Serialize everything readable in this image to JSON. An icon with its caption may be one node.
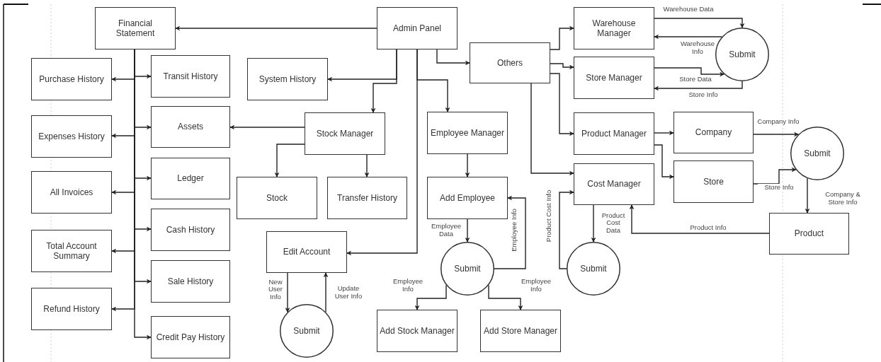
{
  "diagram": {
    "nodes": [
      {
        "text": [
          "Admin Panel"
        ]
      },
      {
        "text": [
          "Financial Statement"
        ]
      },
      {
        "text": [
          "Purchase History"
        ]
      },
      {
        "text": [
          "Transit History"
        ]
      },
      {
        "text": [
          "System History"
        ]
      },
      {
        "text": [
          "Others"
        ]
      },
      {
        "text": [
          "Warehouse Manager"
        ]
      },
      {
        "text": [
          "Store Manager"
        ]
      },
      {
        "text": [
          "Expenses History"
        ]
      },
      {
        "text": [
          "Assets"
        ]
      },
      {
        "text": [
          "Stock Manager"
        ]
      },
      {
        "text": [
          "Employee Manager"
        ]
      },
      {
        "text": [
          "Product Manager"
        ]
      },
      {
        "text": [
          "Company"
        ]
      },
      {
        "text": [
          "Submit"
        ]
      },
      {
        "text": [
          "Submit"
        ]
      },
      {
        "text": [
          "Ledger"
        ]
      },
      {
        "text": [
          "Stock"
        ]
      },
      {
        "text": [
          "Transfer History"
        ]
      },
      {
        "text": [
          "Add Employee"
        ]
      },
      {
        "text": [
          "Store"
        ]
      },
      {
        "text": [
          "Cost Manager"
        ]
      },
      {
        "text": [
          "All Invoices"
        ]
      },
      {
        "text": [
          "Cash History"
        ]
      },
      {
        "text": [
          "Product"
        ]
      },
      {
        "text": [
          "Total Account Summary"
        ]
      },
      {
        "text": [
          "Edit Account"
        ]
      },
      {
        "text": [
          "Submit"
        ]
      },
      {
        "text": [
          "Submit"
        ]
      },
      {
        "text": [
          "Sale History"
        ]
      },
      {
        "text": [
          "Refund History"
        ]
      },
      {
        "text": [
          "Submit"
        ]
      },
      {
        "text": [
          "Credit Pay History"
        ]
      },
      {
        "text": [
          "Add Stock Manager"
        ]
      },
      {
        "text": [
          "Add Store Manager"
        ]
      }
    ],
    "edges": [
      {
        "from": 0,
        "to": 1,
        "arrow": "to"
      },
      {
        "from": 0,
        "to": 4,
        "arrow": "to"
      },
      {
        "from": 0,
        "to": 10,
        "arrow": "to"
      },
      {
        "from": 0,
        "to": 26,
        "arrow": "to"
      },
      {
        "from": 0,
        "to": 11,
        "arrow": "to"
      },
      {
        "from": 0,
        "to": 5,
        "arrow": "to"
      },
      {
        "from": 1,
        "to": 2,
        "arrow": "to"
      },
      {
        "from": 1,
        "to": 3,
        "arrow": "to"
      },
      {
        "from": 1,
        "to": 8,
        "arrow": "to"
      },
      {
        "from": 1,
        "to": 9,
        "arrow": "to"
      },
      {
        "from": 1,
        "to": 16,
        "arrow": "to"
      },
      {
        "from": 1,
        "to": 22,
        "arrow": "to"
      },
      {
        "from": 1,
        "to": 23,
        "arrow": "to"
      },
      {
        "from": 1,
        "to": 25,
        "arrow": "to"
      },
      {
        "from": 1,
        "to": 29,
        "arrow": "to"
      },
      {
        "from": 1,
        "to": 30,
        "arrow": "to"
      },
      {
        "from": 1,
        "to": 32,
        "arrow": "to"
      },
      {
        "from": 10,
        "to": 9,
        "arrow": "to"
      },
      {
        "from": 10,
        "to": 17,
        "arrow": "to"
      },
      {
        "from": 10,
        "to": 18,
        "arrow": "to"
      },
      {
        "from": 11,
        "to": 19,
        "arrow": "to"
      },
      {
        "from": 19,
        "to": 27,
        "arrow": "to",
        "label": "Employee Data"
      },
      {
        "from": 27,
        "to": 19,
        "arrow": "to",
        "label": "Employee Info"
      },
      {
        "from": 27,
        "to": 33,
        "arrow": "to",
        "label": "Employee Info"
      },
      {
        "from": 27,
        "to": 34,
        "arrow": "to",
        "label": "Employee Info"
      },
      {
        "from": 26,
        "to": 31,
        "arrow": "to",
        "label": "New User Info"
      },
      {
        "from": 31,
        "to": 26,
        "arrow": "to",
        "label": "Update User Info"
      },
      {
        "from": 5,
        "to": 6,
        "arrow": "to"
      },
      {
        "from": 5,
        "to": 7,
        "arrow": "to"
      },
      {
        "from": 5,
        "to": 12,
        "arrow": "to"
      },
      {
        "from": 5,
        "to": 21,
        "arrow": "to"
      },
      {
        "from": 6,
        "to": 14,
        "arrow": "to",
        "label": "Warehouse Data"
      },
      {
        "from": 14,
        "to": 6,
        "arrow": "to",
        "label": "Warehouse Info"
      },
      {
        "from": 7,
        "to": 14,
        "arrow": "to",
        "label": "Store Data"
      },
      {
        "from": 14,
        "to": 7,
        "arrow": "to",
        "label": "Store Info"
      },
      {
        "from": 12,
        "to": 13,
        "arrow": "to"
      },
      {
        "from": 12,
        "to": 20,
        "arrow": "to"
      },
      {
        "from": 13,
        "to": 15,
        "arrow": "to",
        "label": "Company Info"
      },
      {
        "from": 20,
        "to": 15,
        "arrow": "to",
        "label": "Store Info"
      },
      {
        "from": 15,
        "to": 24,
        "arrow": "to",
        "label": "Company & Store Info"
      },
      {
        "from": 24,
        "to": 21,
        "arrow": "to",
        "label": "Product Info"
      },
      {
        "from": 21,
        "to": 28,
        "arrow": "to",
        "label": "Product Cost Data"
      },
      {
        "from": 28,
        "to": 21,
        "arrow": "to",
        "label": "Product Cost Info"
      }
    ]
  }
}
